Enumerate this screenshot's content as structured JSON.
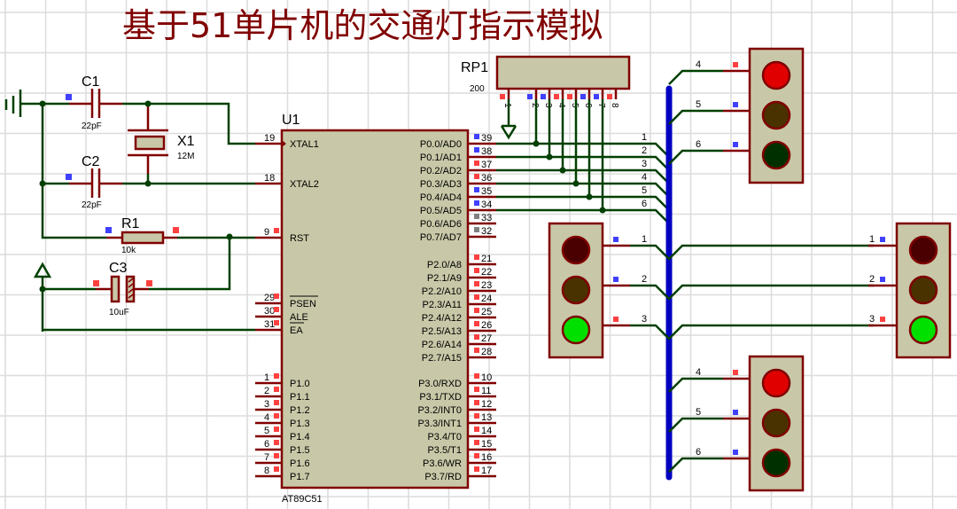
{
  "title": "基于51单片机的交通灯指示模拟",
  "components": {
    "c1": {
      "ref": "C1",
      "value": "22pF"
    },
    "c2": {
      "ref": "C2",
      "value": "22pF"
    },
    "c3": {
      "ref": "C3",
      "value": "10uF"
    },
    "r1": {
      "ref": "R1",
      "value": "10k"
    },
    "x1": {
      "ref": "X1",
      "value": "12M"
    },
    "rp1": {
      "ref": "RP1",
      "value": "200",
      "pins": [
        "1",
        "2",
        "3",
        "4",
        "5",
        "6",
        "7",
        "8"
      ]
    },
    "u1": {
      "ref": "U1",
      "part": "AT89C51",
      "left_pins": [
        {
          "num": "19",
          "name": "XTAL1"
        },
        {
          "num": "18",
          "name": "XTAL2"
        },
        {
          "num": "9",
          "name": "RST"
        },
        {
          "num": "29",
          "name": "PSEN"
        },
        {
          "num": "30",
          "name": "ALE"
        },
        {
          "num": "31",
          "name": "EA"
        },
        {
          "num": "1",
          "name": "P1.0"
        },
        {
          "num": "2",
          "name": "P1.1"
        },
        {
          "num": "3",
          "name": "P1.2"
        },
        {
          "num": "4",
          "name": "P1.3"
        },
        {
          "num": "5",
          "name": "P1.4"
        },
        {
          "num": "6",
          "name": "P1.5"
        },
        {
          "num": "7",
          "name": "P1.6"
        },
        {
          "num": "8",
          "name": "P1.7"
        }
      ],
      "right_pins": [
        {
          "num": "39",
          "name": "P0.0/AD0"
        },
        {
          "num": "38",
          "name": "P0.1/AD1"
        },
        {
          "num": "37",
          "name": "P0.2/AD2"
        },
        {
          "num": "36",
          "name": "P0.3/AD3"
        },
        {
          "num": "35",
          "name": "P0.4/AD4"
        },
        {
          "num": "34",
          "name": "P0.5/AD5"
        },
        {
          "num": "33",
          "name": "P0.6/AD6"
        },
        {
          "num": "32",
          "name": "P0.7/AD7"
        },
        {
          "num": "21",
          "name": "P2.0/A8"
        },
        {
          "num": "22",
          "name": "P2.1/A9"
        },
        {
          "num": "23",
          "name": "P2.2/A10"
        },
        {
          "num": "24",
          "name": "P2.3/A11"
        },
        {
          "num": "25",
          "name": "P2.4/A12"
        },
        {
          "num": "26",
          "name": "P2.5/A13"
        },
        {
          "num": "27",
          "name": "P2.6/A14"
        },
        {
          "num": "28",
          "name": "P2.7/A15"
        },
        {
          "num": "10",
          "name": "P3.0/RXD"
        },
        {
          "num": "11",
          "name": "P3.1/TXD"
        },
        {
          "num": "12",
          "name": "P3.2/INT0"
        },
        {
          "num": "13",
          "name": "P3.3/INT1"
        },
        {
          "num": "14",
          "name": "P3.4/T0"
        },
        {
          "num": "15",
          "name": "P3.5/T1"
        },
        {
          "num": "16",
          "name": "P3.6/WR"
        },
        {
          "num": "17",
          "name": "P3.7/RD"
        }
      ]
    }
  },
  "bus_labels": [
    "1",
    "2",
    "3",
    "4",
    "5",
    "6"
  ],
  "traffic_lights": [
    {
      "id": "north",
      "labels": [
        "4",
        "5",
        "6"
      ],
      "states": [
        "on",
        "off",
        "off"
      ]
    },
    {
      "id": "west",
      "labels": [
        "1",
        "2",
        "3"
      ],
      "states": [
        "off",
        "off",
        "on"
      ]
    },
    {
      "id": "east",
      "labels": [
        "1",
        "2",
        "3"
      ],
      "states": [
        "off",
        "off",
        "on"
      ]
    },
    {
      "id": "south",
      "labels": [
        "4",
        "5",
        "6"
      ],
      "states": [
        "on",
        "off",
        "off"
      ]
    }
  ],
  "colors": {
    "red_on": "#e00000",
    "red_off": "#4a0000",
    "yellow_off": "#4a3200",
    "green_on": "#00e000",
    "green_off": "#003000",
    "wire": "#004000",
    "bus": "#0000c0",
    "component": "#800000",
    "body_fill": "#c8c8a8",
    "logic_high": "#ff4040",
    "logic_low": "#4040ff",
    "logic_float": "#808080"
  },
  "p0_pin_states": [
    "low",
    "low",
    "high",
    "high",
    "low",
    "low",
    "float",
    "float"
  ],
  "rp1_pin_states": [
    "high",
    "low",
    "low",
    "high",
    "high",
    "low",
    "low",
    "high"
  ]
}
